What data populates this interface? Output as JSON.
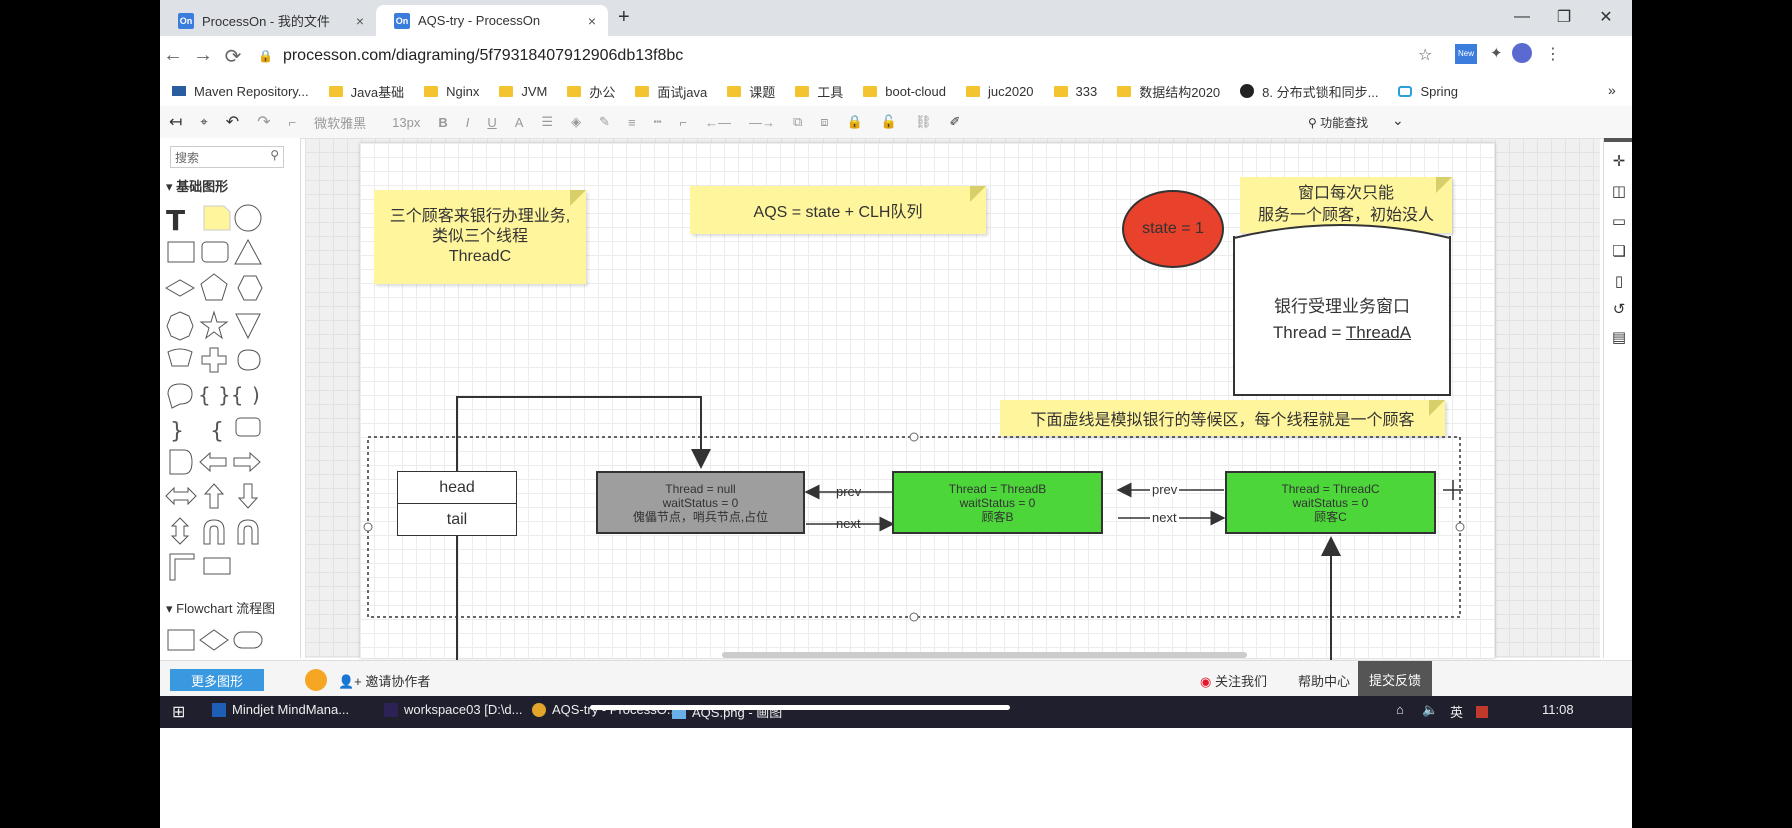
{
  "browser": {
    "tabs": [
      {
        "favicon": "On",
        "title": "ProcessOn - 我的文件",
        "close": "×"
      },
      {
        "favicon": "On",
        "title": "AQS-try - ProcessOn",
        "close": "×"
      }
    ],
    "new_tab": "+",
    "window_controls": {
      "minimize": "—",
      "maximize": "❐",
      "close": "✕"
    },
    "nav": {
      "back": "←",
      "forward": "→",
      "reload": "⟳"
    },
    "url": "processon.com/diagraming/5f79318407912906db13f8bc",
    "bookmarks": [
      {
        "label": "Maven Repository...",
        "icon": "maven-icon"
      },
      {
        "label": "Java基础",
        "icon": "folder-icon"
      },
      {
        "label": "Nginx",
        "icon": "folder-icon"
      },
      {
        "label": "JVM",
        "icon": "folder-icon"
      },
      {
        "label": "办公",
        "icon": "folder-icon"
      },
      {
        "label": "面试java",
        "icon": "folder-icon"
      },
      {
        "label": "课题",
        "icon": "folder-icon"
      },
      {
        "label": "工具",
        "icon": "folder-icon"
      },
      {
        "label": "boot-cloud",
        "icon": "folder-icon"
      },
      {
        "label": "juc2020",
        "icon": "folder-icon"
      },
      {
        "label": "333",
        "icon": "folder-icon"
      },
      {
        "label": "数据结构2020",
        "icon": "folder-icon"
      },
      {
        "label": "8. 分布式锁和同步...",
        "icon": "github-icon"
      },
      {
        "label": "Spring",
        "icon": "bilibili-icon"
      }
    ],
    "more_bookmarks": "»"
  },
  "toolbar": {
    "font_family": "微软雅黑",
    "font_size": "13px",
    "bold": "B",
    "italic": "I",
    "underline": "U",
    "font_color": "A",
    "feature_search": "功能查找"
  },
  "left_panel": {
    "search_placeholder": "搜索",
    "section_basic": "基础图形",
    "section_flowchart": "Flowchart 流程图",
    "more_shapes": "更多图形"
  },
  "diagram": {
    "note_customers": [
      "三个顾客来银行办理业务,",
      "类似三个线程",
      "ThreadC"
    ],
    "note_aqs": "AQS = state + CLH队列",
    "state_circle": "state = 1",
    "note_window": [
      "窗口每次只能",
      "服务一个顾客，初始没人"
    ],
    "window_box_title": "银行受理业务窗口",
    "window_box_thread_prefix": "Thread = ",
    "window_box_thread_value": "ThreadA",
    "note_waiting": "下面虚线是模拟银行的等候区，每个线程就是一个顾客",
    "head_label": "head",
    "tail_label": "tail",
    "sentinel_node": [
      "Thread = null",
      "waitStatus = 0",
      "傀儡节点，哨兵节点,占位"
    ],
    "node_b": [
      "Thread = ThreadB",
      "waitStatus = 0",
      "顾客B"
    ],
    "node_c": [
      "Thread = ThreadC",
      "waitStatus = 0",
      "顾客C"
    ],
    "prev_label": "prev",
    "next_label": "next",
    "colors": {
      "note": "#fff59d",
      "state_circle": "#e8412c",
      "sentinel_node": "#9e9e9e",
      "thread_nodes": "#4cd63a"
    }
  },
  "bottom_bar": {
    "invite": "邀请协作者",
    "follow": "关注我们",
    "help": "帮助中心",
    "feedback": "提交反馈"
  },
  "taskbar": {
    "items": [
      "Mindjet MindMana...",
      "workspace03 [D:\\d...",
      "AQS-try - ProcessO...",
      "AQS.png - 画图"
    ],
    "ime": "英",
    "time": "11:08"
  }
}
